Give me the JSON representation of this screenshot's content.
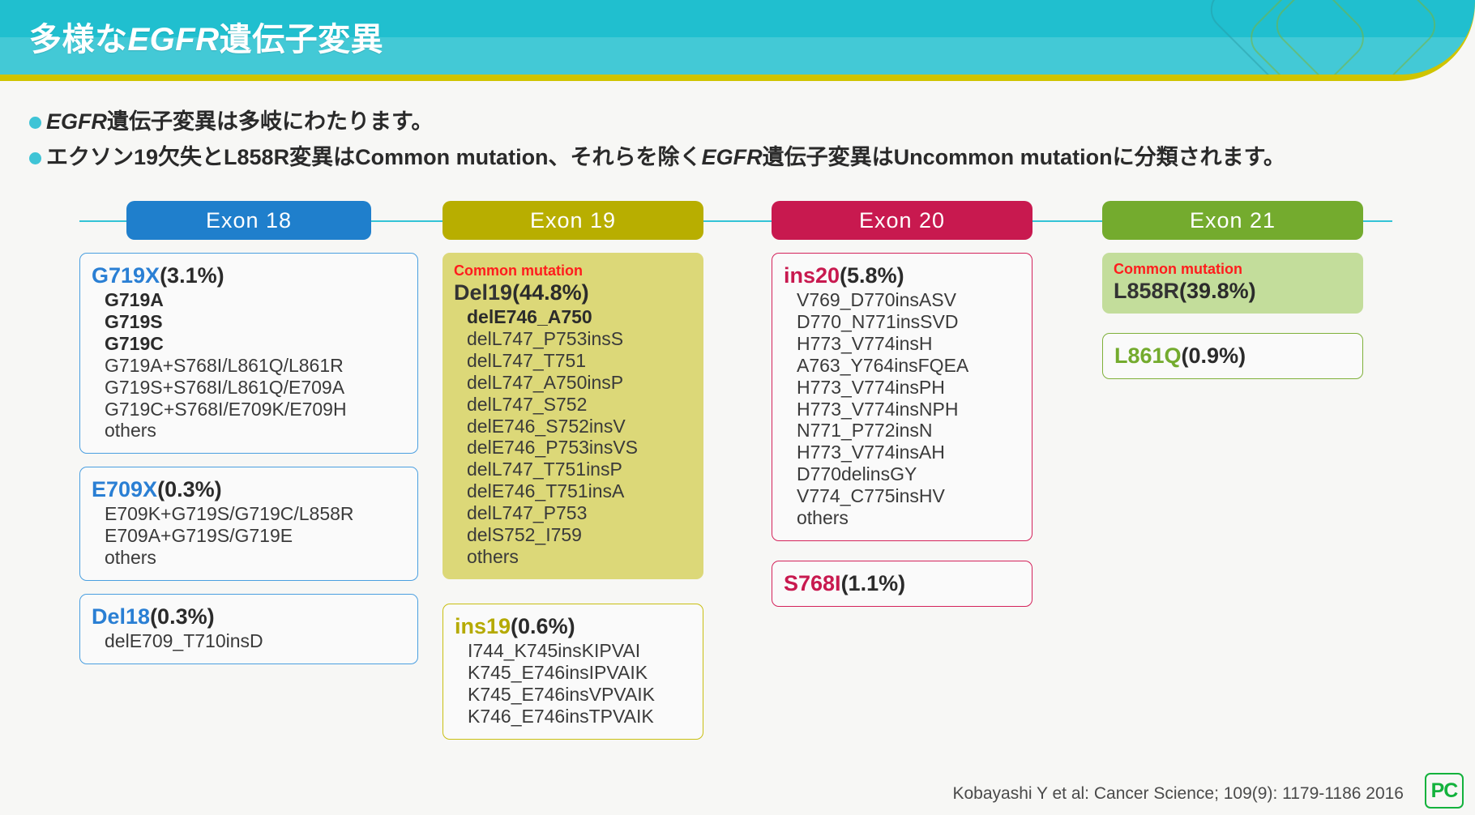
{
  "header": {
    "title_pre": "多様な",
    "title_italic": "EGFR",
    "title_post": "遺伝子変異",
    "bg_color": "#20bfcf",
    "accent_color": "#cfc400"
  },
  "bullets": [
    {
      "italic": "EGFR",
      "text": "遺伝子変異は多岐にわたります。"
    },
    {
      "italic": "",
      "text": "エクソン19欠失とL858R変異はCommon mutation、それらを除くEGFR遺伝子変異はUncommon mutationに分類されます。"
    }
  ],
  "bullet2_parts": {
    "a": "エクソン19欠失とL858R変異はCommon mutation、それらを除く",
    "b": "EGFR",
    "c": "遺伝子変異はUncommon mutationに分類されます。"
  },
  "columns": [
    {
      "exon_label": "Exon 18",
      "header_color": "#1f7fcc",
      "accent": "#2a7fd4",
      "boxes": [
        {
          "style": "outline-blue",
          "common_tag": "",
          "group_name": "G719X",
          "group_pct": "(3.1%)",
          "items": [
            {
              "text": "G719A",
              "bold": true
            },
            {
              "text": "G719S",
              "bold": true
            },
            {
              "text": "G719C",
              "bold": true
            },
            {
              "text": "G719A+S768I/L861Q/L861R",
              "bold": false
            },
            {
              "text": "G719S+S768I/L861Q/E709A",
              "bold": false
            },
            {
              "text": "G719C+S768I/E709K/E709H",
              "bold": false
            },
            {
              "text": "others",
              "bold": false
            }
          ]
        },
        {
          "style": "outline-blue",
          "common_tag": "",
          "group_name": "E709X",
          "group_pct": "(0.3%)",
          "items": [
            {
              "text": "E709K+G719S/G719C/L858R",
              "bold": false
            },
            {
              "text": "E709A+G719S/G719E",
              "bold": false
            },
            {
              "text": "others",
              "bold": false
            }
          ]
        },
        {
          "style": "outline-blue",
          "common_tag": "",
          "group_name": "Del18",
          "group_pct": "(0.3%)",
          "items": [
            {
              "text": "delE709_T710insD",
              "bold": false
            }
          ]
        }
      ]
    },
    {
      "exon_label": "Exon 19",
      "header_color": "#b8ae00",
      "accent": "#b5aa00",
      "boxes": [
        {
          "style": "filled-yellow",
          "common_tag": "Common mutation",
          "group_name": "Del19",
          "group_name_color": "dark",
          "group_pct": "(44.8%)",
          "items": [
            {
              "text": "delE746_A750",
              "bold": true
            },
            {
              "text": "delL747_P753insS",
              "bold": false
            },
            {
              "text": "delL747_T751",
              "bold": false
            },
            {
              "text": "delL747_A750insP",
              "bold": false
            },
            {
              "text": "delL747_S752",
              "bold": false
            },
            {
              "text": "delE746_S752insV",
              "bold": false
            },
            {
              "text": "delE746_P753insVS",
              "bold": false
            },
            {
              "text": "delL747_T751insP",
              "bold": false
            },
            {
              "text": "delE746_T751insA",
              "bold": false
            },
            {
              "text": "delL747_P753",
              "bold": false
            },
            {
              "text": "delS752_I759",
              "bold": false
            },
            {
              "text": "others",
              "bold": false
            }
          ]
        },
        {
          "style": "outline-yellow",
          "common_tag": "",
          "group_name": "ins19",
          "group_pct": "(0.6%)",
          "items": [
            {
              "text": "I744_K745insKIPVAI",
              "bold": false
            },
            {
              "text": "K745_E746insIPVAIK",
              "bold": false
            },
            {
              "text": "K745_E746insVPVAIK",
              "bold": false
            },
            {
              "text": "K746_E746insTPVAIK",
              "bold": false
            }
          ]
        }
      ]
    },
    {
      "exon_label": "Exon 20",
      "header_color": "#c8194f",
      "accent": "#c8194f",
      "boxes": [
        {
          "style": "outline-red",
          "common_tag": "",
          "group_name": "ins20",
          "group_pct": "(5.8%)",
          "items": [
            {
              "text": "V769_D770insASV",
              "bold": false
            },
            {
              "text": "D770_N771insSVD",
              "bold": false
            },
            {
              "text": "H773_V774insH",
              "bold": false
            },
            {
              "text": "A763_Y764insFQEA",
              "bold": false
            },
            {
              "text": "H773_V774insPH",
              "bold": false
            },
            {
              "text": "H773_V774insNPH",
              "bold": false
            },
            {
              "text": "N771_P772insN",
              "bold": false
            },
            {
              "text": "H773_V774insAH",
              "bold": false
            },
            {
              "text": "D770delinsGY",
              "bold": false
            },
            {
              "text": "V774_C775insHV",
              "bold": false
            },
            {
              "text": "others",
              "bold": false
            }
          ]
        },
        {
          "style": "outline-red",
          "common_tag": "",
          "group_name": "S768I",
          "group_pct": "(1.1%)",
          "items": []
        }
      ]
    },
    {
      "exon_label": "Exon 21",
      "header_color": "#74ab2e",
      "accent": "#74ab2e",
      "boxes": [
        {
          "style": "filled-green",
          "common_tag": "Common mutation",
          "group_name": "L858R",
          "group_name_color": "dark",
          "group_pct": "(39.8%)",
          "items": []
        },
        {
          "style": "outline-green",
          "common_tag": "",
          "group_name": "L861Q",
          "group_pct": "(0.9%)",
          "items": []
        }
      ]
    }
  ],
  "footer": {
    "citation": "Kobayashi Y et al: Cancer Science; 109(9): 1179-1186 2016",
    "logo_text": "PC",
    "logo_color": "#13b23c"
  }
}
